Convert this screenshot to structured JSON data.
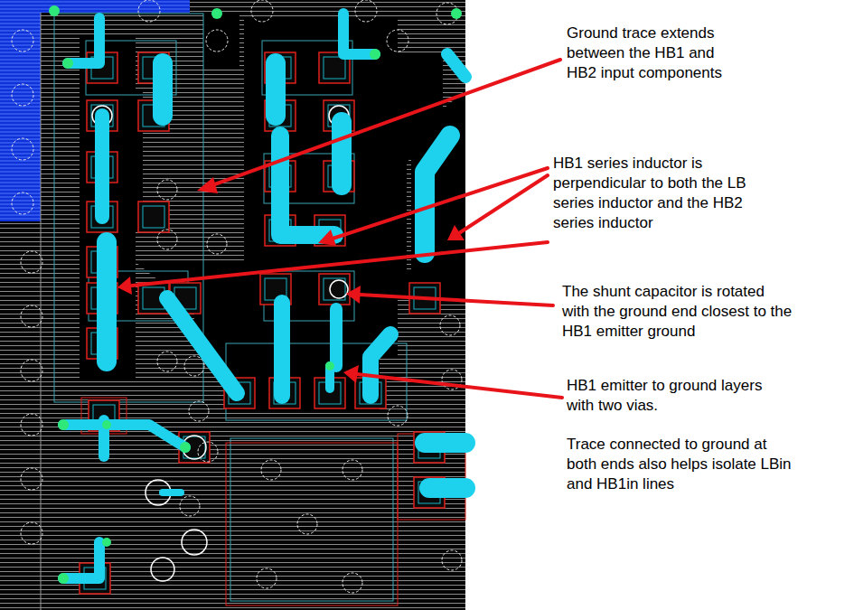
{
  "diagram": {
    "labels": [
      "Ground trace extends between the HB1 and HB2 input components",
      "HB1 series inductor is perpendicular to both the LB series inductor and the HB2 series inductor",
      "The shunt capacitor is rotated with the ground end closest to the HB1 emitter ground",
      "HB1 emitter to ground layers with two vias.",
      "Trace connected to ground at both ends also helps isolate LBin and HB1in lines"
    ]
  }
}
